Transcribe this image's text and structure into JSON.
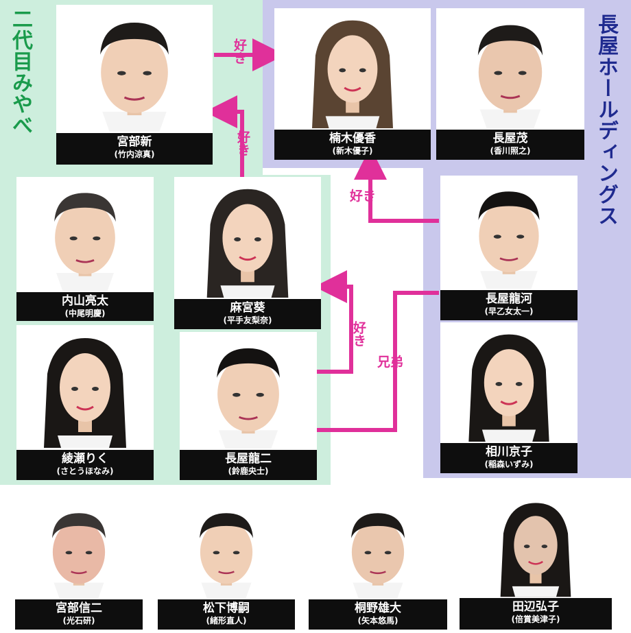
{
  "groups": {
    "left": {
      "label": "二代目みやべ",
      "color": "#1a9b4c",
      "bg": "#cdeedd"
    },
    "right": {
      "label": "長屋ホールディングス",
      "color": "#1f2a8f",
      "bg": "#c9c8ec"
    }
  },
  "characters": {
    "miyabe_arata": {
      "role": "宮部新",
      "actor": "(竹内涼真)"
    },
    "kusunoki_yuka": {
      "role": "楠木優香",
      "actor": "(新木優子)"
    },
    "nagaya_shigeru": {
      "role": "長屋茂",
      "actor": "(香川照之)"
    },
    "uchiyama_ryota": {
      "role": "内山亮太",
      "actor": "(中尾明慶)"
    },
    "asamiya_aoi": {
      "role": "麻宮葵",
      "actor": "(平手友梨奈)"
    },
    "nagaya_ryuga": {
      "role": "長屋龍河",
      "actor": "(早乙女太一)"
    },
    "ayase_riku": {
      "role": "綾瀬りく",
      "actor": "(さとうほなみ)"
    },
    "nagaya_ryuji": {
      "role": "長屋龍二",
      "actor": "(鈴鹿央士)"
    },
    "aikawa_kyoko": {
      "role": "相川京子",
      "actor": "(稲森いずみ)"
    },
    "miyabe_shinji": {
      "role": "宮部信二",
      "actor": "(光石研)"
    },
    "matsushita_hirotsugu": {
      "role": "松下博嗣",
      "actor": "(緒形直人)"
    },
    "kirino_yudai": {
      "role": "桐野雄大",
      "actor": "(矢本悠馬)"
    },
    "tanabe_hiroko": {
      "role": "田辺弘子",
      "actor": "(倍賞美津子)"
    }
  },
  "relations": {
    "arata_to_yuka": "好き",
    "aoi_to_arata": "好き",
    "ryuga_to_yuka": "好き",
    "ryuji_to_aoi": "好き",
    "ryuji_ryuga": "兄弟"
  },
  "colors": {
    "relation": "#e0309a",
    "nameplate": "#0e0e0e"
  }
}
